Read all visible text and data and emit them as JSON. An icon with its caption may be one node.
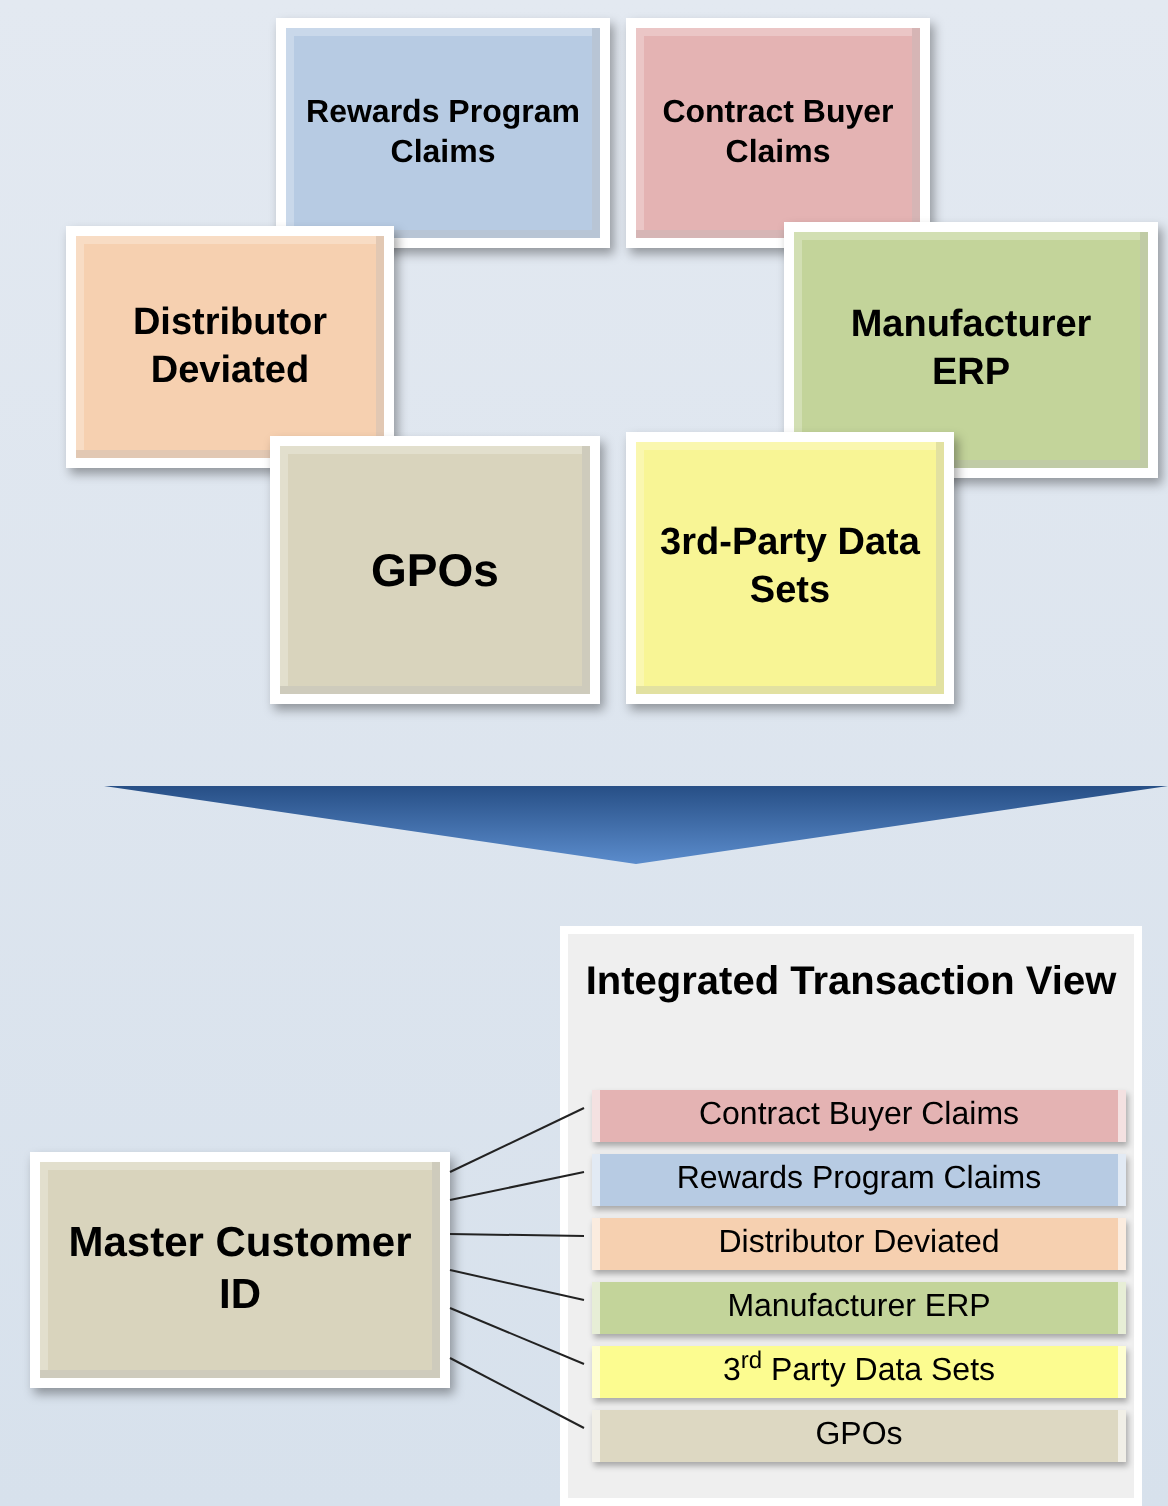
{
  "diagram": {
    "nodes": [
      {
        "text": [
          "Rewards Program Claims"
        ]
      },
      {
        "text": [
          "Contract Buyer Claims"
        ]
      },
      {
        "text": [
          "Distributor Deviated"
        ]
      },
      {
        "text": [
          "Manufacturer ERP"
        ]
      },
      {
        "text": [
          "GPOs"
        ]
      },
      {
        "text": [
          "3rd-Party Data Sets"
        ]
      },
      {
        "text": [
          "Master Customer ID"
        ]
      },
      {
        "text": [
          "Integrated Transaction View"
        ]
      },
      {
        "text": [
          "Contract Buyer Claims"
        ],
        "in": 7
      },
      {
        "text": [
          "Rewards Program Claims"
        ],
        "in": 7
      },
      {
        "text": [
          "Distributor Deviated"
        ],
        "in": 7
      },
      {
        "text": [
          "Manufacturer ERP"
        ],
        "in": 7
      },
      {
        "text": [
          "3$^{rd}$ Party Data Sets"
        ],
        "in": 7
      },
      {
        "text": [
          "GPOs"
        ],
        "in": 7
      }
    ],
    "edges": [
      {
        "from": 6,
        "to": 8,
        "arrow": "none"
      },
      {
        "from": 6,
        "to": 9,
        "arrow": "none"
      },
      {
        "from": 6,
        "to": 10,
        "arrow": "none"
      },
      {
        "from": 6,
        "to": 11,
        "arrow": "none"
      },
      {
        "from": 6,
        "to": 12,
        "arrow": "none"
      },
      {
        "from": 6,
        "to": 13,
        "arrow": "none"
      }
    ]
  }
}
